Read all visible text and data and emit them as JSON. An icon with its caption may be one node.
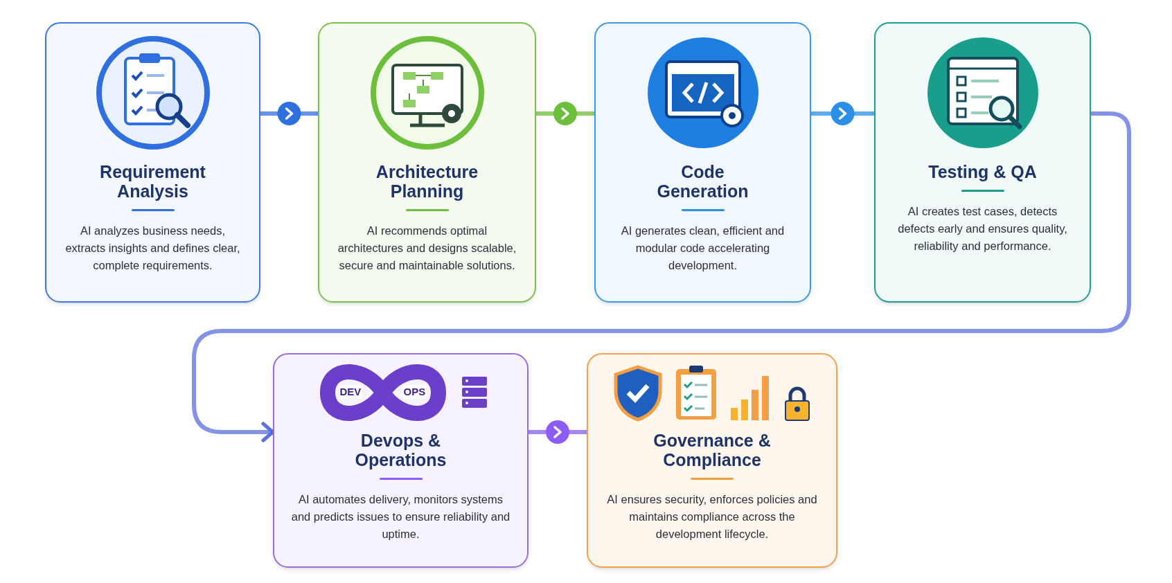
{
  "diagram": {
    "nodes": [
      {
        "text": [
          "Requirement Analysis",
          "AI analyzes business needs, extracts insights and defines clear, complete requirements."
        ]
      },
      {
        "text": [
          "Architecture Planning",
          "AI recommends optimal architectures and designs scalable, secure and maintainable solutions."
        ]
      },
      {
        "text": [
          "Code Generation",
          "AI generates clean, efficient and modular code accelerating development."
        ]
      },
      {
        "text": [
          "Testing & QA",
          "AI creates test cases, detects defects early and ensures quality, reliability and performance."
        ]
      },
      {
        "text": [
          "Devops & Operations",
          "AI automates delivery, monitors systems and predicts issues to ensure reliability and uptime."
        ]
      },
      {
        "text": [
          "Governance & Compliance",
          "AI ensures security, enforces policies and maintains compliance across the development lifecycle."
        ]
      }
    ],
    "edges": [
      {
        "from": 0,
        "to": 1,
        "arrow": "to",
        "color": "#2f6fe0"
      },
      {
        "from": 1,
        "to": 2,
        "arrow": "to",
        "color": "#6cbf3a"
      },
      {
        "from": 2,
        "to": 3,
        "arrow": "to",
        "color": "#2b8fe8"
      },
      {
        "from": 3,
        "to": 4,
        "arrow": "to",
        "color": "#5b6fe0"
      },
      {
        "from": 4,
        "to": 5,
        "arrow": "to",
        "color": "#8b5cf6"
      }
    ],
    "labels": [
      "DEV",
      "OPS"
    ]
  }
}
